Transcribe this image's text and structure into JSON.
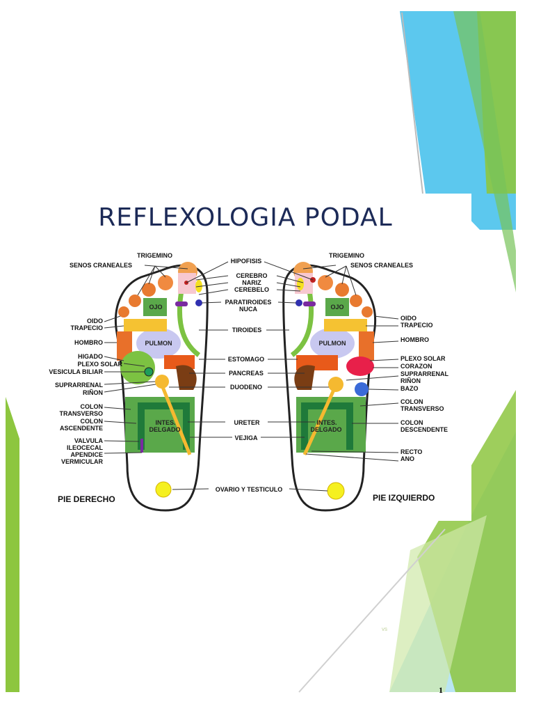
{
  "title": "REFLEXOLOGIA PODAL",
  "colors": {
    "accent_green": "#8dc63f",
    "accent_blue": "#5cc8ee",
    "title_navy": "#1c2a57"
  },
  "captions": {
    "right_foot": "PIE DERECHO",
    "left_foot": "PIE IZQUIERDO"
  },
  "zones": {
    "ojo": "OJO",
    "pulmon": "PULMON",
    "intes": "INTES.",
    "delgado": "DELGADO"
  },
  "labels": {
    "left_side": {
      "trigemino": "TRIGEMINO",
      "senos_craneales": "SENOS CRANEALES",
      "oido": "OIDO",
      "trapecio": "TRAPECIO",
      "hombro": "HOMBRO",
      "higado": "HIGADO",
      "plexo_solar": "PLEXO SOLAR",
      "vesicula_biliar": "VESICULA BILIAR",
      "suprarrenal": "SUPRARRENAL",
      "rinon": "RIÑON",
      "colon": "COLON",
      "transverso": "TRANSVERSO",
      "colon_2": "COLON",
      "ascendente": "ASCENDENTE",
      "valvula": "VALVULA",
      "ileocecal": "ILEOCECAL",
      "apendice": "APENDICE",
      "vermicular": "VERMICULAR"
    },
    "center": {
      "hipofisis": "HIPOFISIS",
      "cerebro": "CEREBRO",
      "nariz": "NARIZ",
      "cerebelo": "CEREBELO",
      "paratiroides": "PARATIROIDES",
      "nuca": "NUCA",
      "tiroides": "TIROIDES",
      "estomago": "ESTOMAGO",
      "pancreas": "PANCREAS",
      "duodeno": "DUODENO",
      "ureter": "URETER",
      "vejiga": "VEJIGA",
      "ovario_testiculo": "OVARIO Y TESTICULO"
    },
    "right_side": {
      "trigemino": "TRIGEMINO",
      "senos_craneales": "SENOS CRANEALES",
      "oido": "OIDO",
      "trapecio": "TRAPECIO",
      "hombro": "HOMBRO",
      "plexo_solar": "PLEXO SOLAR",
      "corazon": "CORAZON",
      "suprarrenal": "SUPRARRENAL",
      "rinon": "RIÑON",
      "bazo": "BAZO",
      "colon": "COLON",
      "transverso": "TRANSVERSO",
      "colon_2": "COLON",
      "descendente": "DESCENDENTE",
      "recto": "RECTO",
      "ano": "ANO"
    }
  },
  "slide_mark": "VS",
  "page_number": "1"
}
